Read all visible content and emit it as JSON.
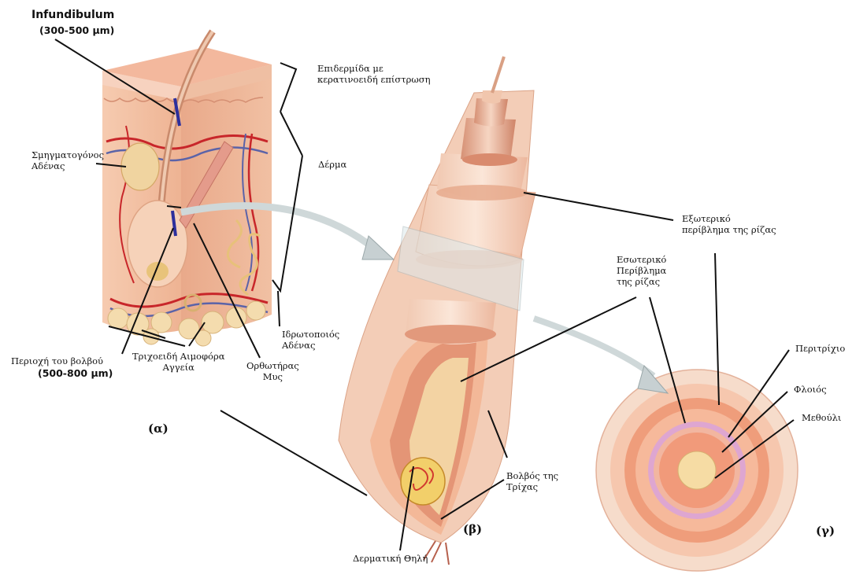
{
  "labels": {
    "infundibulum_title": "Infundibulum",
    "infundibulum_size": "(300-500 μm)",
    "epidermis": "Επιδερμίδα με\nκερατινοειδή επίστρωση",
    "sebaceous_gland": "Σμηγματογόνος\nΑδένας",
    "dermis": "Δέρμα",
    "outer_root_sheath": "Εξωτερικό\nπερίβλημα της ρίζας",
    "inner_root_sheath": "Εσωτερικό\nΠερίβλημα\nτης ρίζας",
    "sweat_gland": "Ιδρωτοποιός\nΑδένας",
    "bulb_region": "Περιοχή του βολβού",
    "bulb_region_size": "(500-800 μm)",
    "capillaries": "Τριχοειδή Αιμοφόρα\nΑγγεία",
    "arrector_muscle": "Ορθωτήρας\nΜυς",
    "cuticle": "Περιτρίχιο",
    "cortex": "Φλοιός",
    "medulla": "Μεθούλι",
    "hair_bulb": "Βολβός της\nΤρίχας",
    "dermal_papilla": "Δερματική Θηλή"
  },
  "panels": {
    "a": "(α)",
    "b": "(β)",
    "c": "(γ)"
  },
  "colors": {
    "skin": "#f3c6a8",
    "skin_dark": "#e6a07f",
    "vessel_red": "#c8262a",
    "vessel_blue": "#5b63a8",
    "gland": "#f0d4a0",
    "fat": "#f4dcae",
    "marker_blue": "#2c2f9c"
  }
}
